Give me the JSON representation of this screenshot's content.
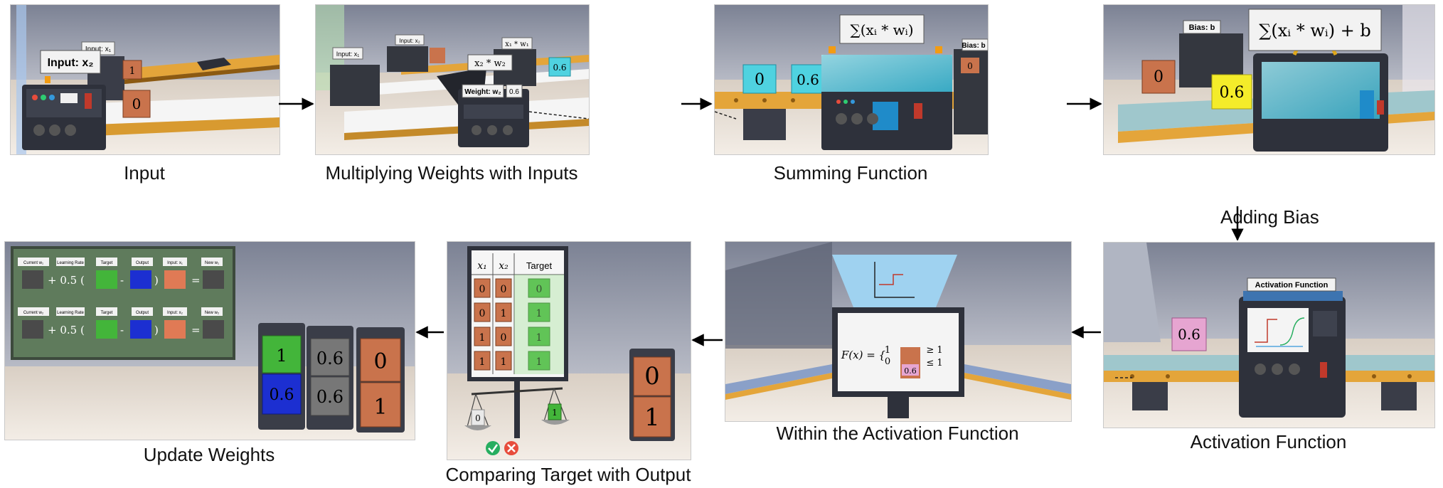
{
  "captions": {
    "input": "Input",
    "multiply": "Multiplying Weights with Inputs",
    "summing": "Summing Function",
    "bias": "Adding Bias",
    "activation": "Activation Function",
    "within": "Within the Activation Function",
    "compare": "Comparing Target with Output",
    "update": "Update Weights"
  },
  "input_panel": {
    "sign_x1": "Input: x₁",
    "sign_x2": "Input: x₂",
    "box_back": "1",
    "box_front": "0"
  },
  "multiply_panel": {
    "sign_x1": "Input: x₁",
    "sign_x2": "Input: x₂",
    "sign_x1w1": "x₁ * w₁",
    "sign_x2w2": "x₂ * w₂",
    "sign_weight": "Weight: w₂",
    "weight_value": "0.6",
    "box_teal": "0.6"
  },
  "summing_panel": {
    "formula": "∑(xᵢ * wᵢ)",
    "bias_sign": "Bias: b",
    "box_left": "0",
    "box_right": "0.6",
    "box_far": "0"
  },
  "bias_panel": {
    "formula": "∑(xᵢ * wᵢ) + b",
    "bias_sign": "Bias: b",
    "box_orange": "0",
    "box_yellow": "0.6"
  },
  "activation_panel": {
    "sign": "Activation Function",
    "box_pink": "0.6"
  },
  "within_panel": {
    "formula_lhs": "F(x) = {",
    "formula_top": "1",
    "formula_bottom": "0",
    "formula_ge": "≥ 1",
    "formula_le": "≤ 1",
    "box_value": "0.6"
  },
  "compare_panel": {
    "headers": [
      "x₁",
      "x₂",
      "Target"
    ],
    "rows": [
      [
        "0",
        "0",
        "0"
      ],
      [
        "0",
        "1",
        "1"
      ],
      [
        "1",
        "0",
        "1"
      ],
      [
        "1",
        "1",
        "1"
      ]
    ],
    "scale_left": "0",
    "scale_right": "1",
    "cart_top": "0",
    "cart_bottom": "1"
  },
  "update_panel": {
    "row1": {
      "current": "Current w₁",
      "rate": "Learning Rate",
      "target": "Target",
      "output": "Output",
      "input": "Input: x₁",
      "new": "New w₁"
    },
    "row2": {
      "current": "Current w₂",
      "rate": "Learning Rate",
      "target": "Target",
      "output": "Output",
      "input": "Input: x₂",
      "new": "New w₂"
    },
    "plus_rate": "+ 0.5 (",
    "minus": "-",
    "close": ")",
    "equals": "=",
    "cart1_top": "1",
    "cart1_bottom": "0.6",
    "cart2_top": "0.6",
    "cart2_bottom": "0.6",
    "cart3_top": "0",
    "cart3_bottom": "1"
  }
}
